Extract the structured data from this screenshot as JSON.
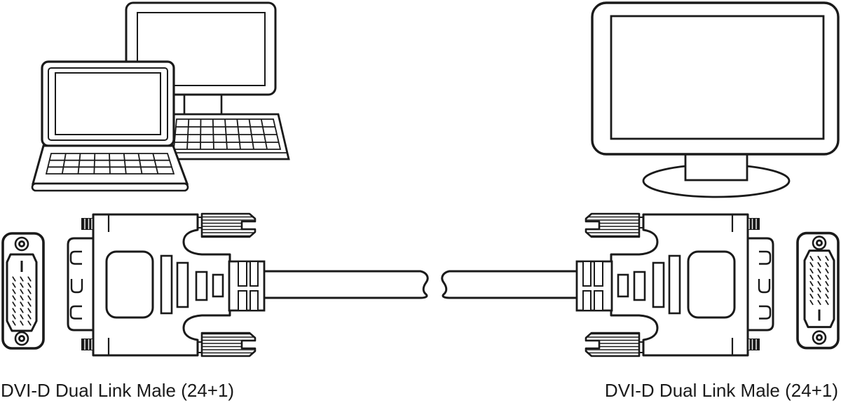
{
  "colors": {
    "background": "#ffffff",
    "line": "#1a1a1a"
  },
  "labels": {
    "left_connector": "DVI-D Dual Link Male (24+1)",
    "right_connector": "DVI-D Dual Link Male (24+1)"
  },
  "icons": {
    "left_device": "laptops-illustration",
    "right_device": "monitor-illustration",
    "cable": "dvi-cable-with-break",
    "left_plug": "dvi-d-male-side-view",
    "right_plug": "dvi-d-male-side-view",
    "left_face": "dvi-d-24plus1-face-view",
    "right_face": "dvi-d-24plus1-face-view"
  }
}
